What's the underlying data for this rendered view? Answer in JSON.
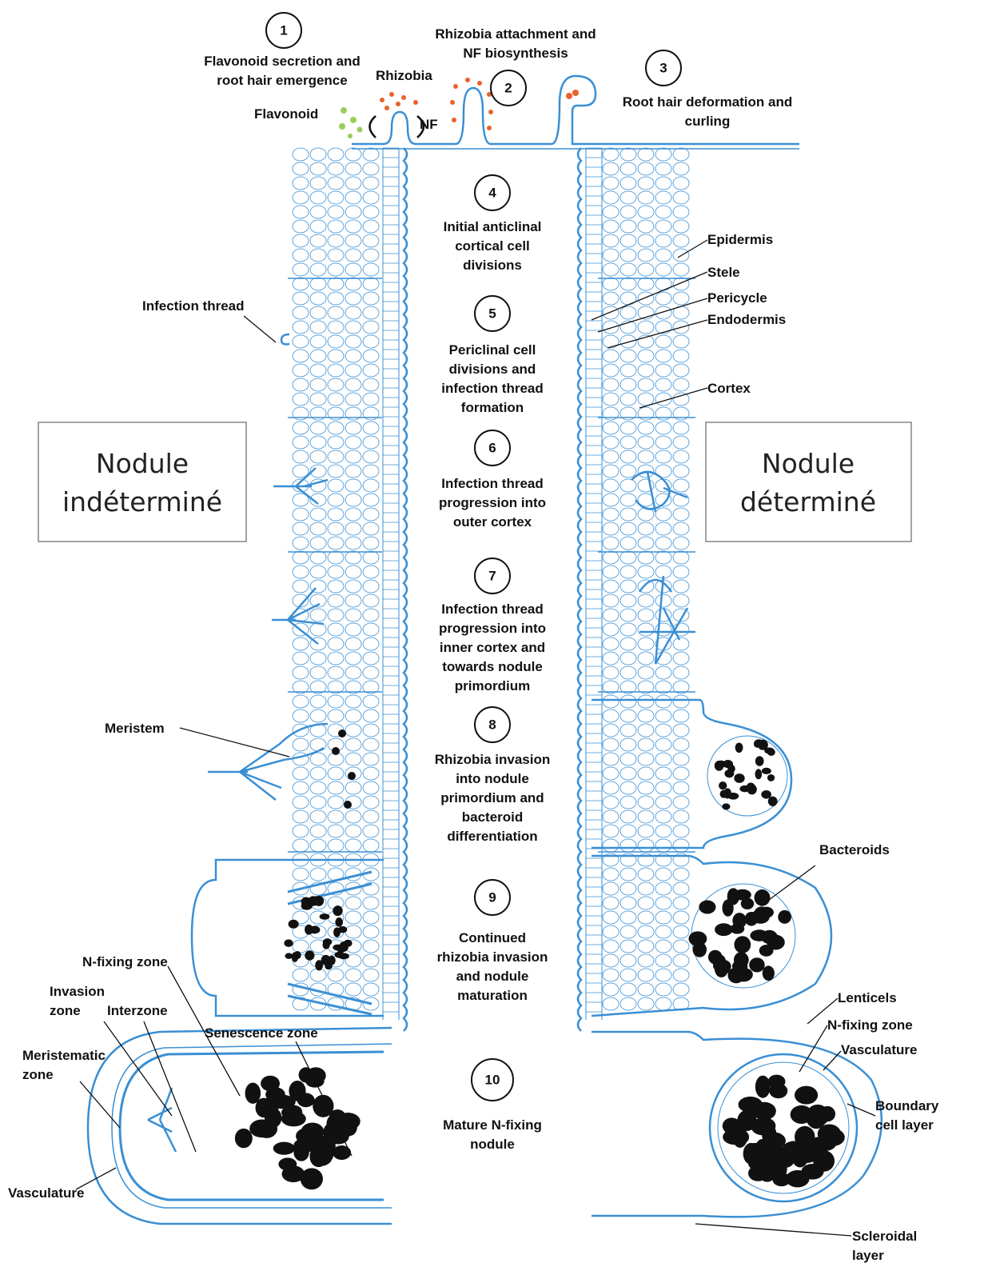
{
  "colors": {
    "tissue": "#3a8fd4",
    "bacteroid": "#111111",
    "rhizobia": "#e8632b",
    "flavonoid": "#9acd5a"
  },
  "steps": [
    {
      "n": "1",
      "lines": [
        "Flavonoid secretion and",
        "root hair emergence"
      ]
    },
    {
      "n": "2",
      "lines": [
        "Rhizobia attachment and",
        "NF biosynthesis"
      ]
    },
    {
      "n": "3",
      "lines": [
        "Root hair deformation and",
        "curling"
      ]
    },
    {
      "n": "4",
      "lines": [
        "Initial anticlinal",
        "cortical cell",
        "divisions"
      ]
    },
    {
      "n": "5",
      "lines": [
        "Periclinal cell",
        "divisions and",
        "infection thread",
        "formation"
      ]
    },
    {
      "n": "6",
      "lines": [
        "Infection thread",
        "progression into",
        "outer cortex"
      ]
    },
    {
      "n": "7",
      "lines": [
        "Infection thread",
        "progression into",
        "inner cortex and",
        "towards nodule",
        "primordium"
      ]
    },
    {
      "n": "8",
      "lines": [
        "Rhizobia invasion",
        "into nodule",
        "primordium and",
        "bacteroid",
        "differentiation"
      ]
    },
    {
      "n": "9",
      "lines": [
        "Continued",
        "rhizobia invasion",
        "and nodule",
        "maturation"
      ]
    },
    {
      "n": "10",
      "lines": [
        "Mature N-fixing",
        "nodule"
      ]
    }
  ],
  "top_labels": {
    "flavonoid": "Flavonoid",
    "rhizobia": "Rhizobia",
    "nf": "NF"
  },
  "left_labels": {
    "infection_thread": "Infection thread",
    "meristem": "Meristem",
    "n_fixing_zone": "N-fixing zone",
    "invasion_zone": [
      "Invasion",
      "zone"
    ],
    "interzone": "Interzone",
    "senescence_zone": "Senescence zone",
    "meristematic_zone": [
      "Meristematic",
      "zone"
    ],
    "vasculature": "Vasculature"
  },
  "right_labels": {
    "epidermis": "Epidermis",
    "stele": "Stele",
    "pericycle": "Pericycle",
    "endodermis": "Endodermis",
    "cortex": "Cortex",
    "bacteroids": "Bacteroids",
    "lenticels": "Lenticels",
    "n_fixing_zone": "N-fixing zone",
    "vasculature": "Vasculature",
    "boundary_cell_layer": [
      "Boundary",
      "cell layer"
    ],
    "scleroidal_layer": [
      "Scleroidal",
      "layer"
    ]
  },
  "boxes": {
    "indeterminate": [
      "Nodule",
      "indéterminé"
    ],
    "determinate": [
      "Nodule",
      "déterminé"
    ]
  }
}
